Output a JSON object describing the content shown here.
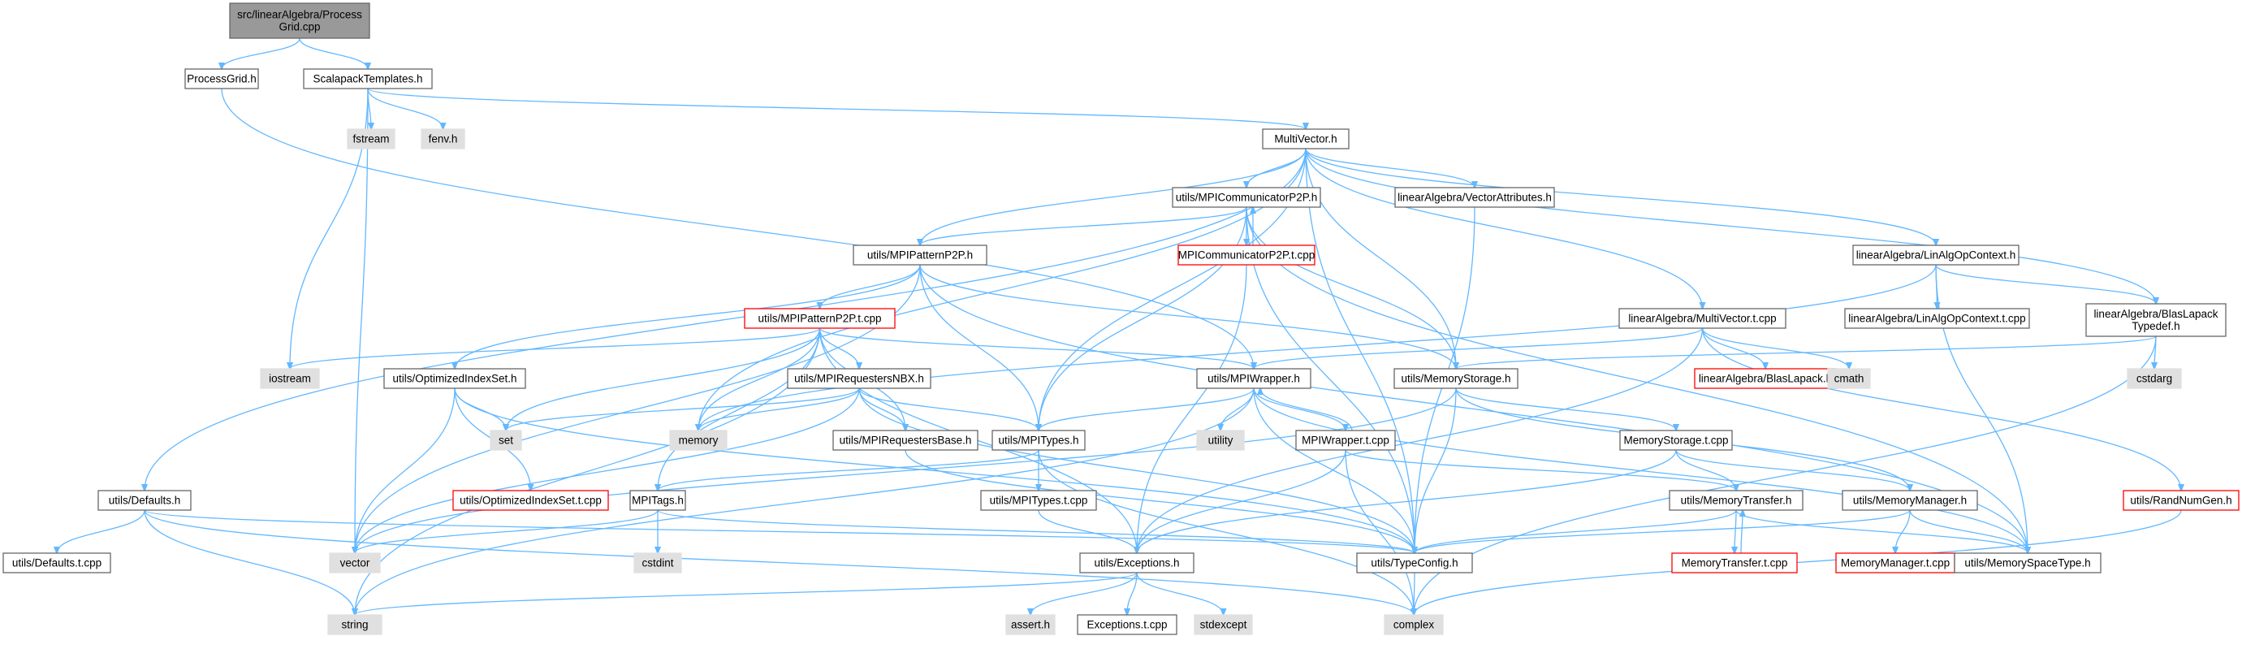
{
  "colors": {
    "edge": "#63b8ff",
    "node_default_fill": "#ffffff",
    "node_default_border": "#666666",
    "node_root_fill": "#999999",
    "node_root_border": "#666666",
    "node_external_fill": "#e0e0e0",
    "node_external_border": "#e0e0e0",
    "node_red_border": "#ff0000"
  },
  "nodes": {
    "root": {
      "lines": [
        "src/linearAlgebra/Process",
        "Grid.cpp"
      ],
      "style": "root"
    },
    "processgrid_h": {
      "lines": [
        "ProcessGrid.h"
      ],
      "style": "default"
    },
    "scalapacktemplates_h": {
      "lines": [
        "ScalapackTemplates.h"
      ],
      "style": "default"
    },
    "fstream": {
      "lines": [
        "fstream"
      ],
      "style": "external"
    },
    "fenv_h": {
      "lines": [
        "fenv.h"
      ],
      "style": "external"
    },
    "multivector_h": {
      "lines": [
        "MultiVector.h"
      ],
      "style": "default"
    },
    "mpicommp2p_h": {
      "lines": [
        "utils/MPICommunicatorP2P.h"
      ],
      "style": "default"
    },
    "vectorattributes_h": {
      "lines": [
        "linearAlgebra/VectorAttributes.h"
      ],
      "style": "default"
    },
    "mpicommp2p_t": {
      "lines": [
        "MPICommunicatorP2P.t.cpp"
      ],
      "style": "red"
    },
    "mpipatternp2p_h": {
      "lines": [
        "utils/MPIPatternP2P.h"
      ],
      "style": "default"
    },
    "linalgopcontext_h": {
      "lines": [
        "linearAlgebra/LinAlgOpContext.h"
      ],
      "style": "default"
    },
    "linalgopcontext_t": {
      "lines": [
        "linearAlgebra/LinAlgOpContext.t.cpp"
      ],
      "style": "default"
    },
    "blaslapacktypedef_h": {
      "lines": [
        "linearAlgebra/BlasLapack",
        "Typedef.h"
      ],
      "style": "default"
    },
    "cstdarg": {
      "lines": [
        "cstdarg"
      ],
      "style": "external"
    },
    "mpipatternp2p_t": {
      "lines": [
        "utils/MPIPatternP2P.t.cpp"
      ],
      "style": "red"
    },
    "multivector_t": {
      "lines": [
        "linearAlgebra/MultiVector.t.cpp"
      ],
      "style": "default"
    },
    "iostream": {
      "lines": [
        "iostream"
      ],
      "style": "external"
    },
    "optimizedindexset_h": {
      "lines": [
        "utils/OptimizedIndexSet.h"
      ],
      "style": "default"
    },
    "mpirequestersnbx_h": {
      "lines": [
        "utils/MPIRequestersNBX.h"
      ],
      "style": "default"
    },
    "mpiwrapper_h": {
      "lines": [
        "utils/MPIWrapper.h"
      ],
      "style": "default"
    },
    "memorystorage_h": {
      "lines": [
        "utils/MemoryStorage.h"
      ],
      "style": "default"
    },
    "blaslapack_h": {
      "lines": [
        "linearAlgebra/BlasLapack.h"
      ],
      "style": "red"
    },
    "cmath": {
      "lines": [
        "cmath"
      ],
      "style": "external"
    },
    "set": {
      "lines": [
        "set"
      ],
      "style": "external"
    },
    "memory": {
      "lines": [
        "memory"
      ],
      "style": "external"
    },
    "mpirequestersbase_h": {
      "lines": [
        "utils/MPIRequestersBase.h"
      ],
      "style": "default"
    },
    "mpitypes_h": {
      "lines": [
        "utils/MPITypes.h"
      ],
      "style": "default"
    },
    "utility": {
      "lines": [
        "utility"
      ],
      "style": "external"
    },
    "mpiwrapper_t": {
      "lines": [
        "MPIWrapper.t.cpp"
      ],
      "style": "default"
    },
    "memorystorage_t": {
      "lines": [
        "MemoryStorage.t.cpp"
      ],
      "style": "default"
    },
    "defaults_h": {
      "lines": [
        "utils/Defaults.h"
      ],
      "style": "default"
    },
    "optimizedindexset_t": {
      "lines": [
        "utils/OptimizedIndexSet.t.cpp"
      ],
      "style": "red"
    },
    "mpitags_h": {
      "lines": [
        "MPITags.h"
      ],
      "style": "default"
    },
    "mpitypes_t": {
      "lines": [
        "utils/MPITypes.t.cpp"
      ],
      "style": "default"
    },
    "memorytransfer_h": {
      "lines": [
        "utils/MemoryTransfer.h"
      ],
      "style": "default"
    },
    "memorymanager_h": {
      "lines": [
        "utils/MemoryManager.h"
      ],
      "style": "default"
    },
    "randnumgen_h": {
      "lines": [
        "utils/RandNumGen.h"
      ],
      "style": "red"
    },
    "defaults_t": {
      "lines": [
        "utils/Defaults.t.cpp"
      ],
      "style": "default"
    },
    "vector": {
      "lines": [
        "vector"
      ],
      "style": "external"
    },
    "cstdint": {
      "lines": [
        "cstdint"
      ],
      "style": "external"
    },
    "exceptions_h": {
      "lines": [
        "utils/Exceptions.h"
      ],
      "style": "default"
    },
    "typeconfig_h": {
      "lines": [
        "utils/TypeConfig.h"
      ],
      "style": "default"
    },
    "memorytransfer_t": {
      "lines": [
        "MemoryTransfer.t.cpp"
      ],
      "style": "red"
    },
    "memorymanager_t": {
      "lines": [
        "MemoryManager.t.cpp"
      ],
      "style": "red"
    },
    "memoryspacetype_h": {
      "lines": [
        "utils/MemorySpaceType.h"
      ],
      "style": "default"
    },
    "string": {
      "lines": [
        "string"
      ],
      "style": "external"
    },
    "assert_h": {
      "lines": [
        "assert.h"
      ],
      "style": "external"
    },
    "exceptions_t": {
      "lines": [
        "Exceptions.t.cpp"
      ],
      "style": "default"
    },
    "stdexcept": {
      "lines": [
        "stdexcept"
      ],
      "style": "external"
    },
    "complex": {
      "lines": [
        "complex"
      ],
      "style": "external"
    }
  },
  "edges": [
    [
      "root",
      "processgrid_h"
    ],
    [
      "root",
      "scalapacktemplates_h"
    ],
    [
      "processgrid_h",
      "mpiwrapper_h"
    ],
    [
      "scalapacktemplates_h",
      "fstream"
    ],
    [
      "scalapacktemplates_h",
      "fenv_h"
    ],
    [
      "scalapacktemplates_h",
      "multivector_h"
    ],
    [
      "scalapacktemplates_h",
      "iostream"
    ],
    [
      "scalapacktemplates_h",
      "vector"
    ],
    [
      "multivector_h",
      "mpicommp2p_h"
    ],
    [
      "multivector_h",
      "vectorattributes_h"
    ],
    [
      "multivector_h",
      "mpipatternp2p_h"
    ],
    [
      "multivector_h",
      "linalgopcontext_h"
    ],
    [
      "multivector_h",
      "blaslapacktypedef_h"
    ],
    [
      "multivector_h",
      "multivector_t"
    ],
    [
      "multivector_h",
      "memorystorage_h"
    ],
    [
      "multivector_h",
      "memory"
    ],
    [
      "multivector_h",
      "mpitypes_h"
    ],
    [
      "multivector_h",
      "defaults_h"
    ],
    [
      "multivector_h",
      "typeconfig_h"
    ],
    [
      "mpicommp2p_h",
      "mpicommp2p_t"
    ],
    [
      "mpicommp2p_h",
      "mpipatternp2p_h"
    ],
    [
      "mpicommp2p_h",
      "memorystorage_h"
    ],
    [
      "mpicommp2p_h",
      "mpitypes_h"
    ],
    [
      "mpicommp2p_h",
      "typeconfig_h"
    ],
    [
      "mpicommp2p_h",
      "memoryspacetype_h"
    ],
    [
      "mpicommp2p_t",
      "mpicommp2p_h"
    ],
    [
      "mpicommp2p_t",
      "exceptions_h"
    ],
    [
      "vectorattributes_h",
      "typeconfig_h"
    ],
    [
      "mpipatternp2p_h",
      "mpipatternp2p_t"
    ],
    [
      "mpipatternp2p_h",
      "optimizedindexset_h"
    ],
    [
      "mpipatternp2p_h",
      "memorystorage_h"
    ],
    [
      "mpipatternp2p_h",
      "mpitypes_h"
    ],
    [
      "mpipatternp2p_h",
      "vector"
    ],
    [
      "mpipatternp2p_h",
      "memoryspacetype_h"
    ],
    [
      "linalgopcontext_h",
      "linalgopcontext_t"
    ],
    [
      "linalgopcontext_h",
      "blaslapacktypedef_h"
    ],
    [
      "linalgopcontext_h",
      "memory"
    ],
    [
      "linalgopcontext_h",
      "memoryspacetype_h"
    ],
    [
      "blaslapacktypedef_h",
      "cstdarg"
    ],
    [
      "blaslapacktypedef_h",
      "memorystorage_h"
    ],
    [
      "blaslapacktypedef_h",
      "complex"
    ],
    [
      "mpipatternp2p_t",
      "iostream"
    ],
    [
      "mpipatternp2p_t",
      "mpirequestersnbx_h"
    ],
    [
      "mpipatternp2p_t",
      "mpiwrapper_h"
    ],
    [
      "mpipatternp2p_t",
      "set"
    ],
    [
      "mpipatternp2p_t",
      "memory"
    ],
    [
      "mpipatternp2p_t",
      "mpirequestersbase_h"
    ],
    [
      "mpipatternp2p_t",
      "mpitags_h"
    ],
    [
      "mpipatternp2p_t",
      "exceptions_h"
    ],
    [
      "mpipatternp2p_t",
      "string"
    ],
    [
      "multivector_t",
      "mpiwrapper_h"
    ],
    [
      "multivector_t",
      "blaslapack_h"
    ],
    [
      "multivector_t",
      "cmath"
    ],
    [
      "multivector_t",
      "randnumgen_h"
    ],
    [
      "multivector_t",
      "exceptions_h"
    ],
    [
      "optimizedindexset_h",
      "set"
    ],
    [
      "optimizedindexset_h",
      "optimizedindexset_t"
    ],
    [
      "optimizedindexset_h",
      "vector"
    ],
    [
      "optimizedindexset_h",
      "typeconfig_h"
    ],
    [
      "mpirequestersnbx_h",
      "set"
    ],
    [
      "mpirequestersnbx_h",
      "memory"
    ],
    [
      "mpirequestersnbx_h",
      "mpirequestersbase_h"
    ],
    [
      "mpirequestersnbx_h",
      "mpitypes_h"
    ],
    [
      "mpirequestersnbx_h",
      "vector"
    ],
    [
      "mpirequestersnbx_h",
      "typeconfig_h"
    ],
    [
      "mpiwrapper_h",
      "mpitypes_h"
    ],
    [
      "mpiwrapper_h",
      "utility"
    ],
    [
      "mpiwrapper_h",
      "mpiwrapper_t"
    ],
    [
      "mpiwrapper_h",
      "typeconfig_h"
    ],
    [
      "mpiwrapper_h",
      "memoryspacetype_h"
    ],
    [
      "mpiwrapper_h",
      "string"
    ],
    [
      "memorystorage_h",
      "memorystorage_t"
    ],
    [
      "memorystorage_h",
      "memorymanager_h"
    ],
    [
      "memorystorage_h",
      "typeconfig_h"
    ],
    [
      "memorystorage_h",
      "vector"
    ],
    [
      "mpirequestersbase_h",
      "typeconfig_h"
    ],
    [
      "mpitypes_h",
      "mpitags_h"
    ],
    [
      "mpitypes_h",
      "mpitypes_t"
    ],
    [
      "mpitypes_h",
      "complex"
    ],
    [
      "mpiwrapper_t",
      "mpiwrapper_h"
    ],
    [
      "mpiwrapper_t",
      "memorytransfer_h"
    ],
    [
      "mpiwrapper_t",
      "exceptions_h"
    ],
    [
      "mpiwrapper_t",
      "complex"
    ],
    [
      "memorystorage_t",
      "memorytransfer_h"
    ],
    [
      "memorystorage_t",
      "memorymanager_h"
    ],
    [
      "memorystorage_t",
      "exceptions_h"
    ],
    [
      "defaults_h",
      "defaults_t"
    ],
    [
      "defaults_h",
      "typeconfig_h"
    ],
    [
      "defaults_h",
      "string"
    ],
    [
      "defaults_h",
      "complex"
    ],
    [
      "mpitags_h",
      "cstdint"
    ],
    [
      "mpitags_h",
      "vector"
    ],
    [
      "mpitags_h",
      "typeconfig_h"
    ],
    [
      "mpitypes_t",
      "exceptions_h"
    ],
    [
      "memorytransfer_h",
      "memorytransfer_t"
    ],
    [
      "memorytransfer_h",
      "typeconfig_h"
    ],
    [
      "memorytransfer_h",
      "memoryspacetype_h"
    ],
    [
      "memorytransfer_t",
      "memorytransfer_h"
    ],
    [
      "memorymanager_h",
      "memorymanager_t"
    ],
    [
      "memorymanager_h",
      "memoryspacetype_h"
    ],
    [
      "memorymanager_h",
      "typeconfig_h"
    ],
    [
      "randnumgen_h",
      "complex"
    ],
    [
      "exceptions_h",
      "assert_h"
    ],
    [
      "exceptions_h",
      "exceptions_t"
    ],
    [
      "exceptions_h",
      "stdexcept"
    ],
    [
      "exceptions_h",
      "string"
    ],
    [
      "typeconfig_h",
      "complex"
    ]
  ]
}
